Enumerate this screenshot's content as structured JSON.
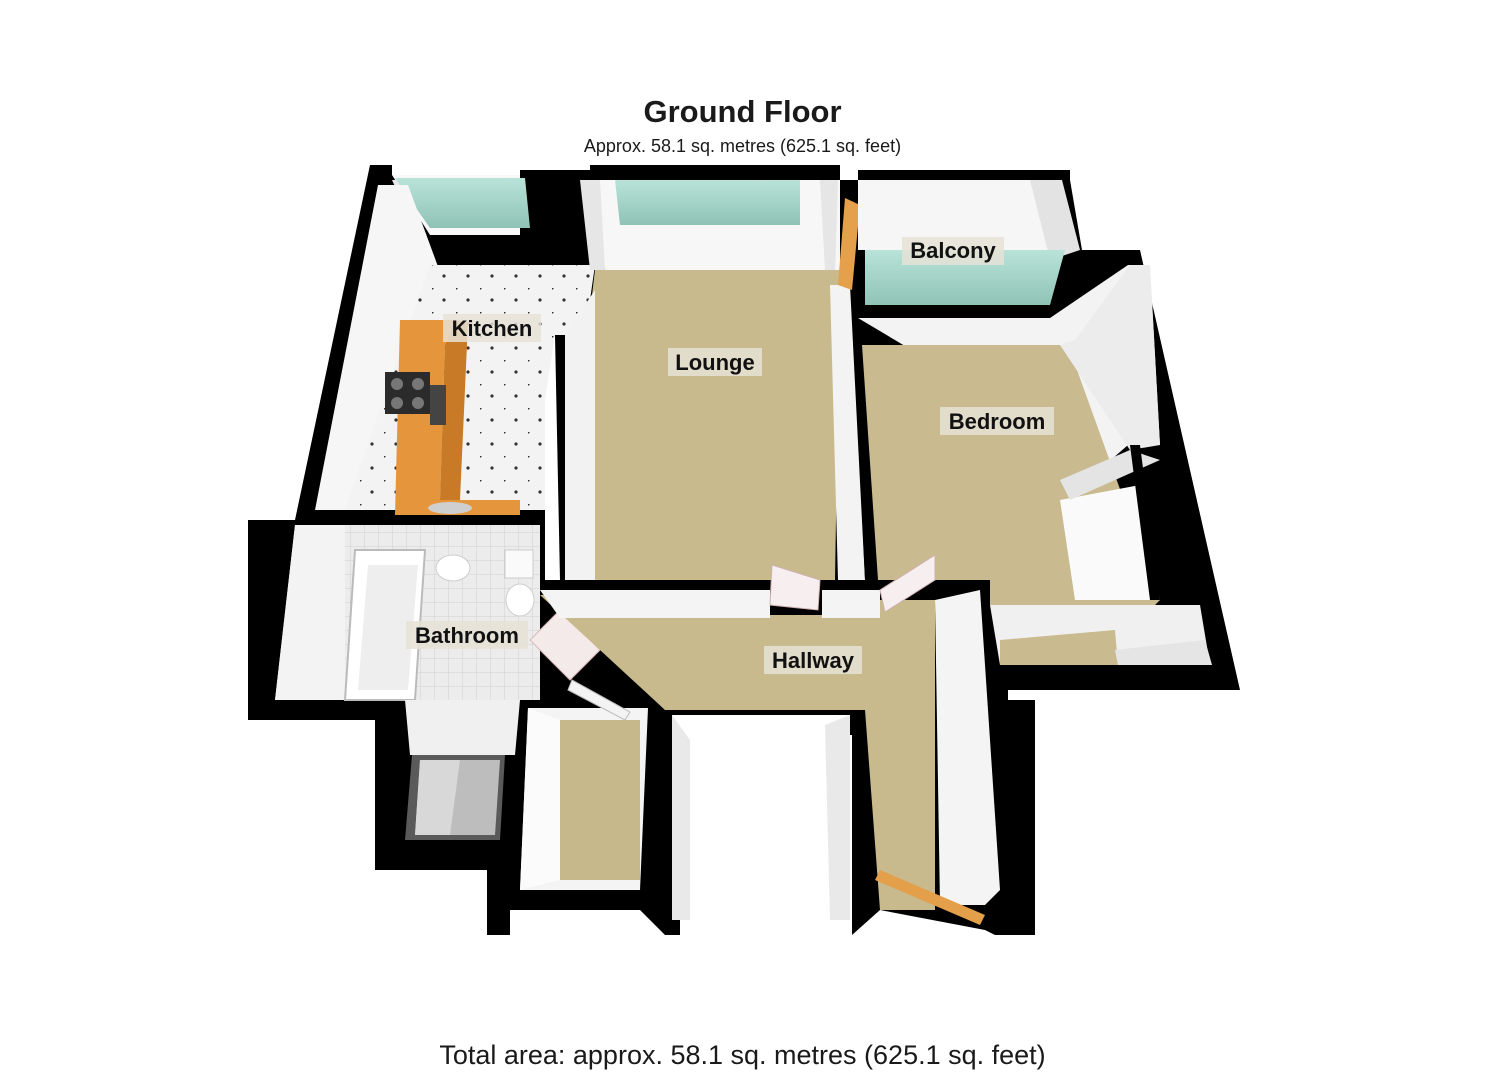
{
  "header": {
    "title": "Ground Floor",
    "subtitle": "Approx. 58.1 sq. metres (625.1 sq. feet)"
  },
  "rooms": {
    "kitchen": "Kitchen",
    "lounge": "Lounge",
    "balcony": "Balcony",
    "bedroom": "Bedroom",
    "bathroom": "Bathroom",
    "hallway": "Hallway"
  },
  "footer": {
    "total": "Total area: approx. 58.1 sq. metres (625.1 sq. feet)"
  },
  "colors": {
    "wall": "#000000",
    "carpet": "#c9bb8e",
    "tile": "#f2f2f2",
    "counter": "#e0953a",
    "glass": "#a8d8cc",
    "wallFace": "#f4f4f4"
  }
}
